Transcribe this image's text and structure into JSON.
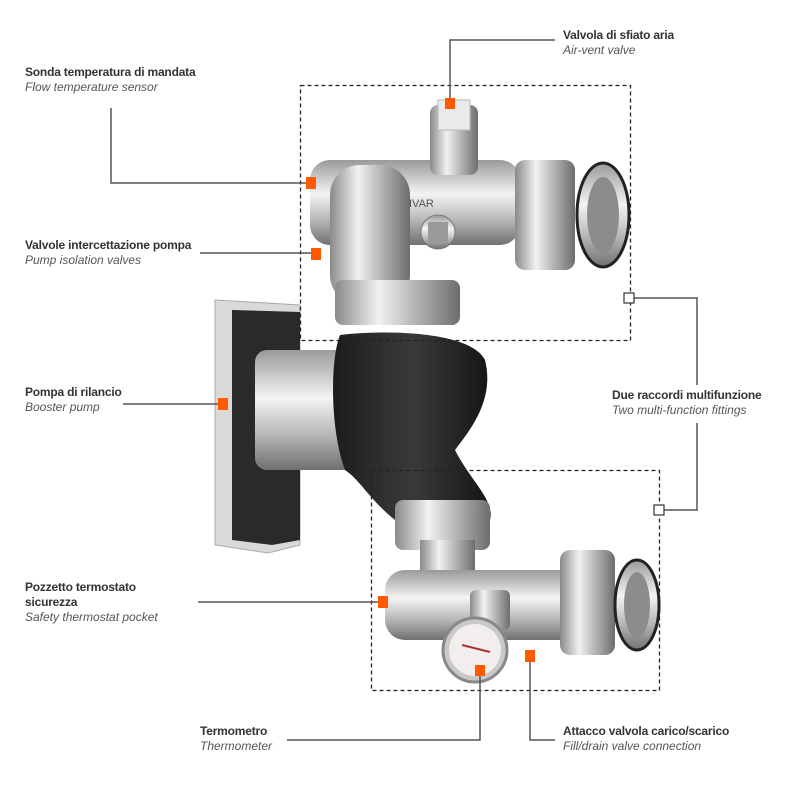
{
  "labels": {
    "air_vent": {
      "it": "Valvola di sfiato aria",
      "en": "Air-vent valve"
    },
    "flow_sensor": {
      "it": "Sonda temperatura di mandata",
      "en": "Flow temperature sensor"
    },
    "isolation": {
      "it": "Valvole intercettazione pompa",
      "en": "Pump isolation valves"
    },
    "pump": {
      "it": "Pompa di rilancio",
      "en": "Booster pump"
    },
    "fittings": {
      "it": "Due raccordi multifunzione",
      "en": "Two multi-function fittings"
    },
    "pocket": {
      "it_1": "Pozzetto termostato",
      "it_2": "sicurezza",
      "en": "Safety thermostat pocket"
    },
    "thermometer": {
      "it": "Termometro",
      "en": "Thermometer"
    },
    "drain": {
      "it": "Attacco valvola carico/scarico",
      "en": "Fill/drain valve connection"
    }
  },
  "brand_mark": "IVAR",
  "colors": {
    "marker": "#ff5a00",
    "line": "#555555",
    "text": "#333333"
  }
}
